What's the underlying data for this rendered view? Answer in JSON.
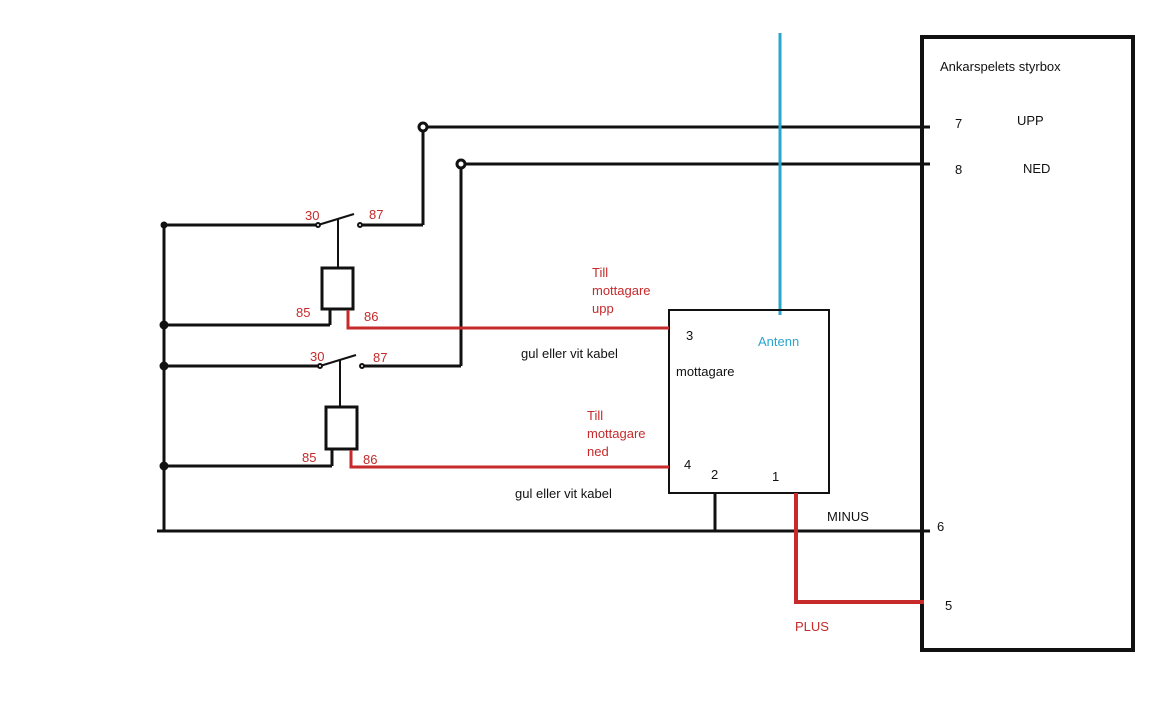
{
  "control_box": {
    "title": "Ankarspelets styrbox",
    "terminals": [
      {
        "number": "7",
        "function": "UPP"
      },
      {
        "number": "8",
        "function": "NED"
      },
      {
        "number": "6",
        "function": "MINUS"
      },
      {
        "number": "5",
        "function": "PLUS"
      }
    ]
  },
  "receiver": {
    "label": "mottagare",
    "antenna_label": "Antenn",
    "pins": [
      "3",
      "4",
      "2",
      "1"
    ]
  },
  "relay_upper": {
    "contact_left": "30",
    "contact_right": "87",
    "coil_left": "85",
    "coil_right": "86",
    "note": "Till\nmottagare\nupp",
    "cable": "gul eller vit kabel"
  },
  "relay_lower": {
    "contact_left": "30",
    "contact_right": "87",
    "coil_left": "85",
    "coil_right": "86",
    "note": "Till\nmottagare\nned",
    "cable": "gul eller vit kabel"
  },
  "colors": {
    "wire": "#111111",
    "signal_wire": "#c62a2a",
    "antenna": "#2aa6cc"
  }
}
